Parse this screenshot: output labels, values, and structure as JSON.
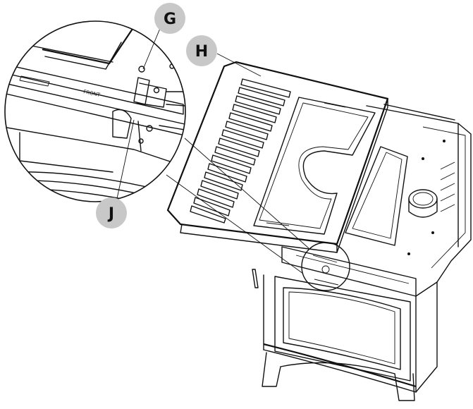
{
  "colors": {
    "line": "#111111",
    "callout_fill": "#c8c8c8",
    "background": "#ffffff"
  },
  "callouts": {
    "g": "G",
    "h": "H",
    "j": "J"
  },
  "detail": {
    "engraved_text": "FRONT"
  }
}
